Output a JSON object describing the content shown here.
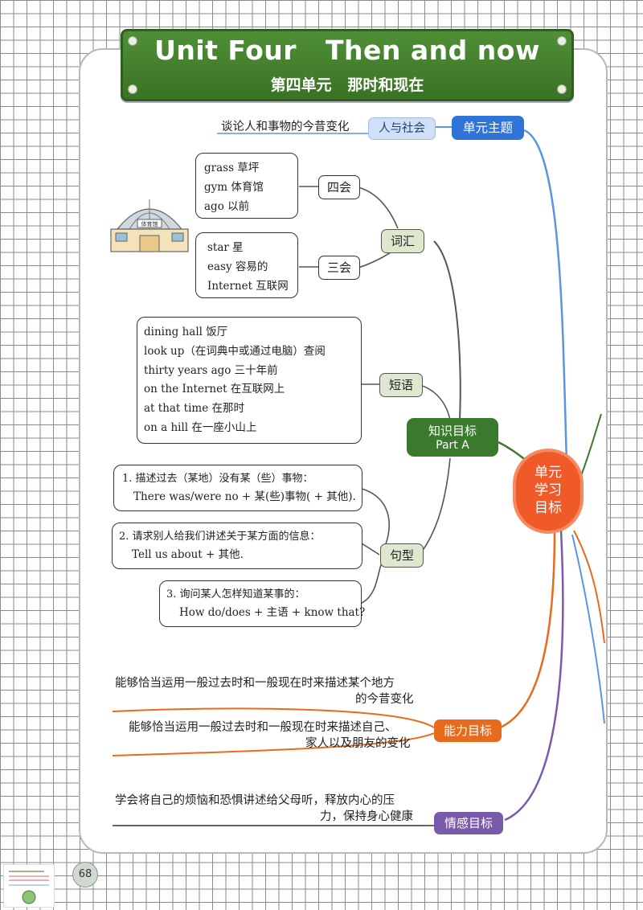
{
  "header": {
    "title_en": "Unit Four   Then and now",
    "title_zh": "第四单元   那时和现在"
  },
  "center_node": {
    "label_lines": [
      "单元",
      "学习",
      "目标"
    ],
    "color": "#f05a28"
  },
  "unit_theme": {
    "label": "单元主题",
    "sub_label": "人与社会",
    "text": "谈论人和事物的今昔变化"
  },
  "knowledge": {
    "label": "知识目标",
    "sub": "Part A",
    "vocab": {
      "label": "词汇",
      "four_skills": {
        "label": "四会",
        "items": [
          "grass 草坪",
          "gym 体育馆",
          "ago 以前"
        ]
      },
      "three_skills": {
        "label": "三会",
        "items": [
          "star 星",
          "easy 容易的",
          "Internet 互联网"
        ]
      },
      "image_label": "体育馆"
    },
    "phrases": {
      "label": "短语",
      "items": [
        "dining hall 饭厅",
        "look up（在词典中或通过电脑）查阅",
        "thirty years ago 三十年前",
        "on the Internet 在互联网上",
        "at that time 在那时",
        "on a hill 在一座小山上"
      ]
    },
    "sentences": {
      "label": "句型",
      "items": [
        {
          "desc": "1. 描述过去（某地）没有某（些）事物：",
          "pattern": "There was/were no + 某(些)事物( + 其他)."
        },
        {
          "desc": "2. 请求别人给我们讲述关于某方面的信息：",
          "pattern": "Tell us about + 其他."
        },
        {
          "desc": "3. 询问某人怎样知道某事的：",
          "pattern": "How do/does + 主语 + know that?"
        }
      ]
    }
  },
  "ability": {
    "label": "能力目标",
    "items": [
      {
        "line1": "能够恰当运用一般过去时和一般现在时来描述某个地方",
        "line2": "的今昔变化"
      },
      {
        "line1": "能够恰当运用一般过去时和一般现在时来描述自己、",
        "line2": "家人以及朋友的变化"
      }
    ]
  },
  "emotion": {
    "label": "情感目标",
    "line1": "学会将自己的烦恼和恐惧讲述给父母听，释放内心的压",
    "line2": "力，保持身心健康"
  },
  "page_number": "68",
  "colors": {
    "banner_green": "#3f7a2a",
    "theme_blue": "#2f74d6",
    "knowledge_green": "#3a7a2c",
    "ability_orange": "#e86a1c",
    "emotion_purple": "#7a5aa8"
  }
}
